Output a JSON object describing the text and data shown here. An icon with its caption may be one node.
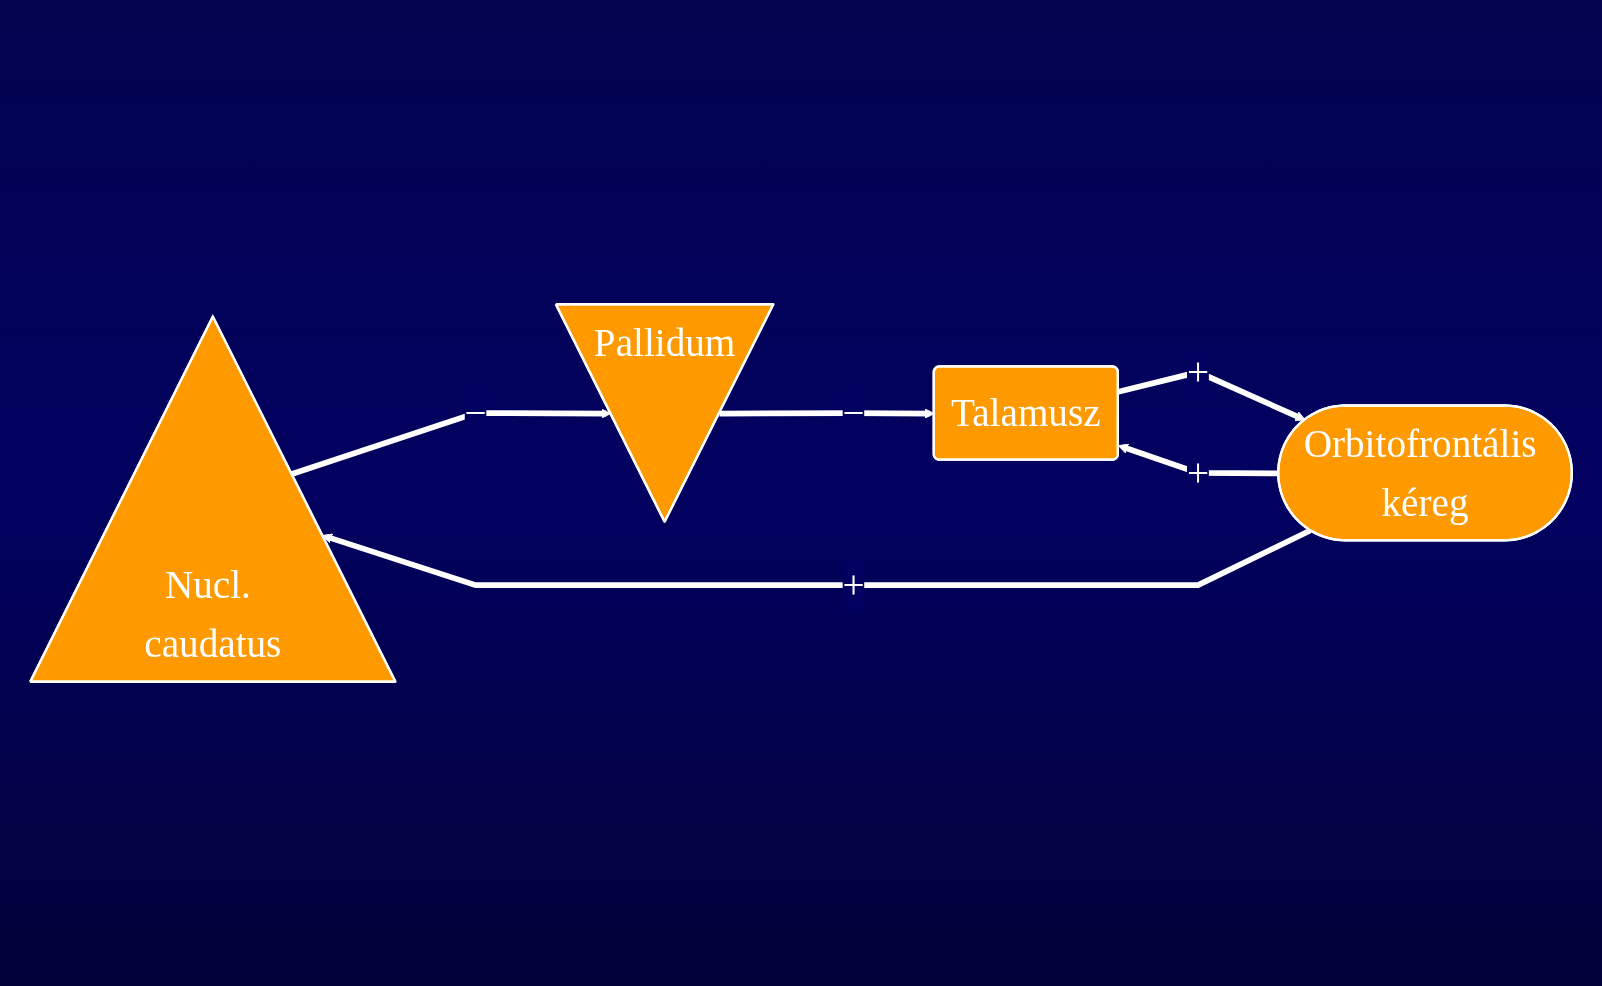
{
  "diagram": {
    "nodes": [
      {
        "text": [
          "Nucl. caudatus"
        ]
      },
      {
        "text": [
          "Pallidum"
        ]
      },
      {
        "text": [
          "Talamusz"
        ]
      },
      {
        "text": [
          "Orbitofrontális kéreg"
        ]
      }
    ],
    "edges": [
      {
        "from": 3,
        "to": 0,
        "arrow": "to",
        "label": "+"
      },
      {
        "from": 0,
        "to": 1,
        "arrow": "to",
        "label": "−"
      },
      {
        "from": 1,
        "to": 2,
        "arrow": "to",
        "label": "−"
      },
      {
        "from": 2,
        "to": 3,
        "arrow": "to",
        "label": "+"
      },
      {
        "from": 3,
        "to": 2,
        "arrow": "to",
        "label": "+"
      }
    ]
  }
}
